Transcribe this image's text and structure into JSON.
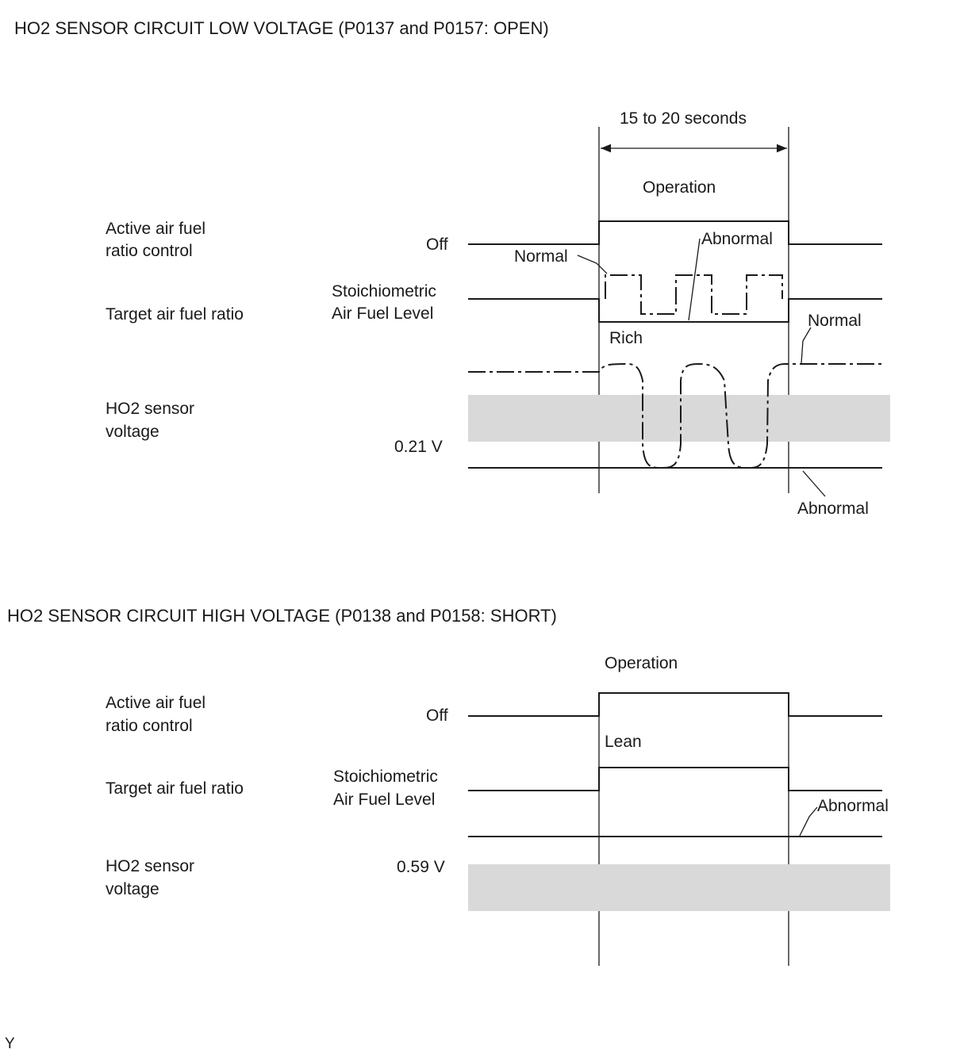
{
  "low_voltage": {
    "title": "HO2 SENSOR CIRCUIT LOW VOLTAGE (P0137 and P0157: OPEN)",
    "duration_label": "15 to 20 seconds",
    "operation_label": "Operation",
    "row_active_control": [
      "Active air fuel",
      "ratio control"
    ],
    "row_target_ratio": "Target air fuel ratio",
    "row_sensor_voltage": [
      "HO2 sensor",
      "voltage"
    ],
    "off_label": "Off",
    "stoich_label": [
      "Stoichiometric",
      "Air Fuel Level"
    ],
    "voltage_label": "0.21 V",
    "normal_label_target": "Normal",
    "abnormal_label_target": "Abnormal",
    "rich_label": "Rich",
    "normal_label_sensor": "Normal",
    "abnormal_label_sensor": "Abnormal"
  },
  "high_voltage": {
    "title": "HO2 SENSOR CIRCUIT HIGH VOLTAGE (P0138 and P0158: SHORT)",
    "operation_label": "Operation",
    "row_active_control": [
      "Active air fuel",
      "ratio control"
    ],
    "row_target_ratio": "Target air fuel ratio",
    "row_sensor_voltage": [
      "HO2 sensor",
      "voltage"
    ],
    "off_label": "Off",
    "stoich_label": [
      "Stoichiometric",
      "Air Fuel Level"
    ],
    "lean_label": "Lean",
    "voltage_label": "0.59 V",
    "abnormal_label": "Abnormal"
  },
  "footer_mark": "Y"
}
